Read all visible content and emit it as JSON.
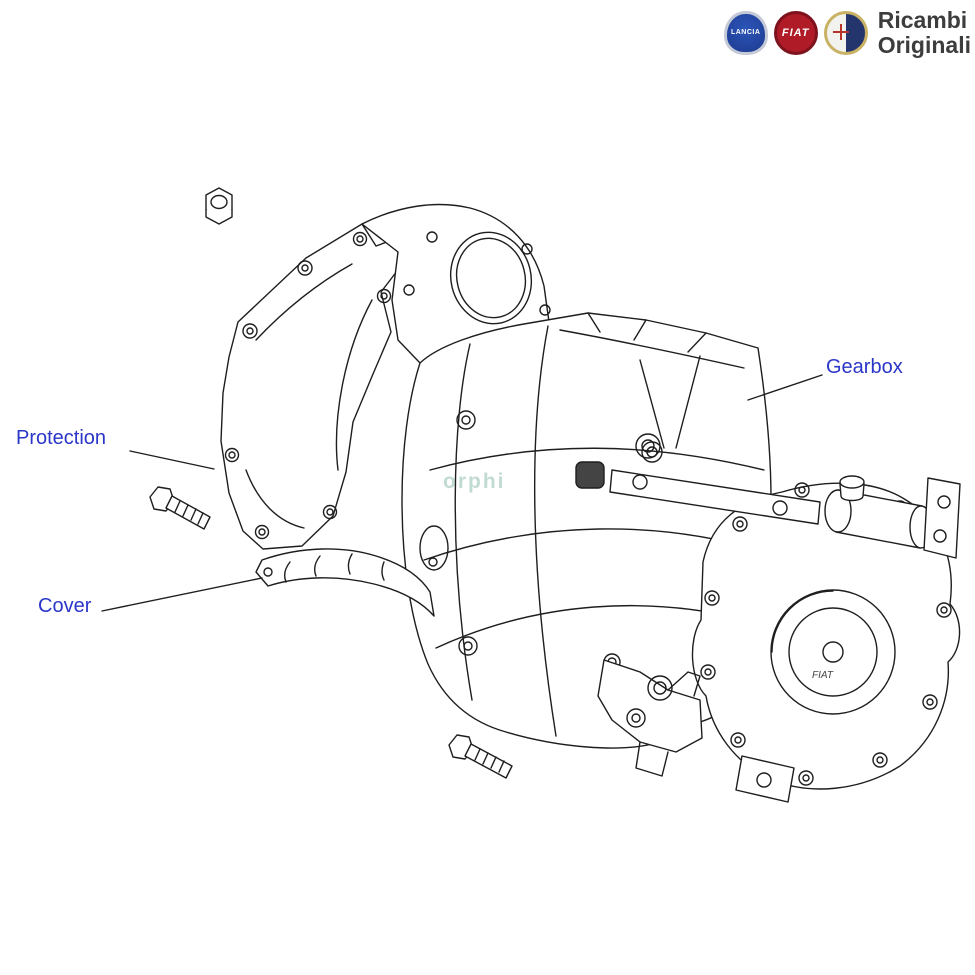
{
  "header": {
    "brand_line1": "Ricambi",
    "brand_line2": "Originali",
    "logos": [
      {
        "name": "lancia",
        "label": "LANCIA"
      },
      {
        "name": "fiat",
        "label": "FIAT"
      },
      {
        "name": "alfa-romeo",
        "label": ""
      }
    ]
  },
  "diagram": {
    "labels": [
      {
        "id": "protection",
        "text": "Protection"
      },
      {
        "id": "cover",
        "text": "Cover"
      },
      {
        "id": "gearbox",
        "text": "Gearbox"
      }
    ],
    "watermark": "orphi",
    "stamp": "FIAT"
  },
  "theme": {
    "label_color": "#2a36c8",
    "line_color": "#1e1e1e",
    "brand_text_color": "#3d3d3d",
    "fiat_red": "#b01b28",
    "lancia_blue": "#1d3a8f",
    "alfa_gold": "#c9b264"
  }
}
